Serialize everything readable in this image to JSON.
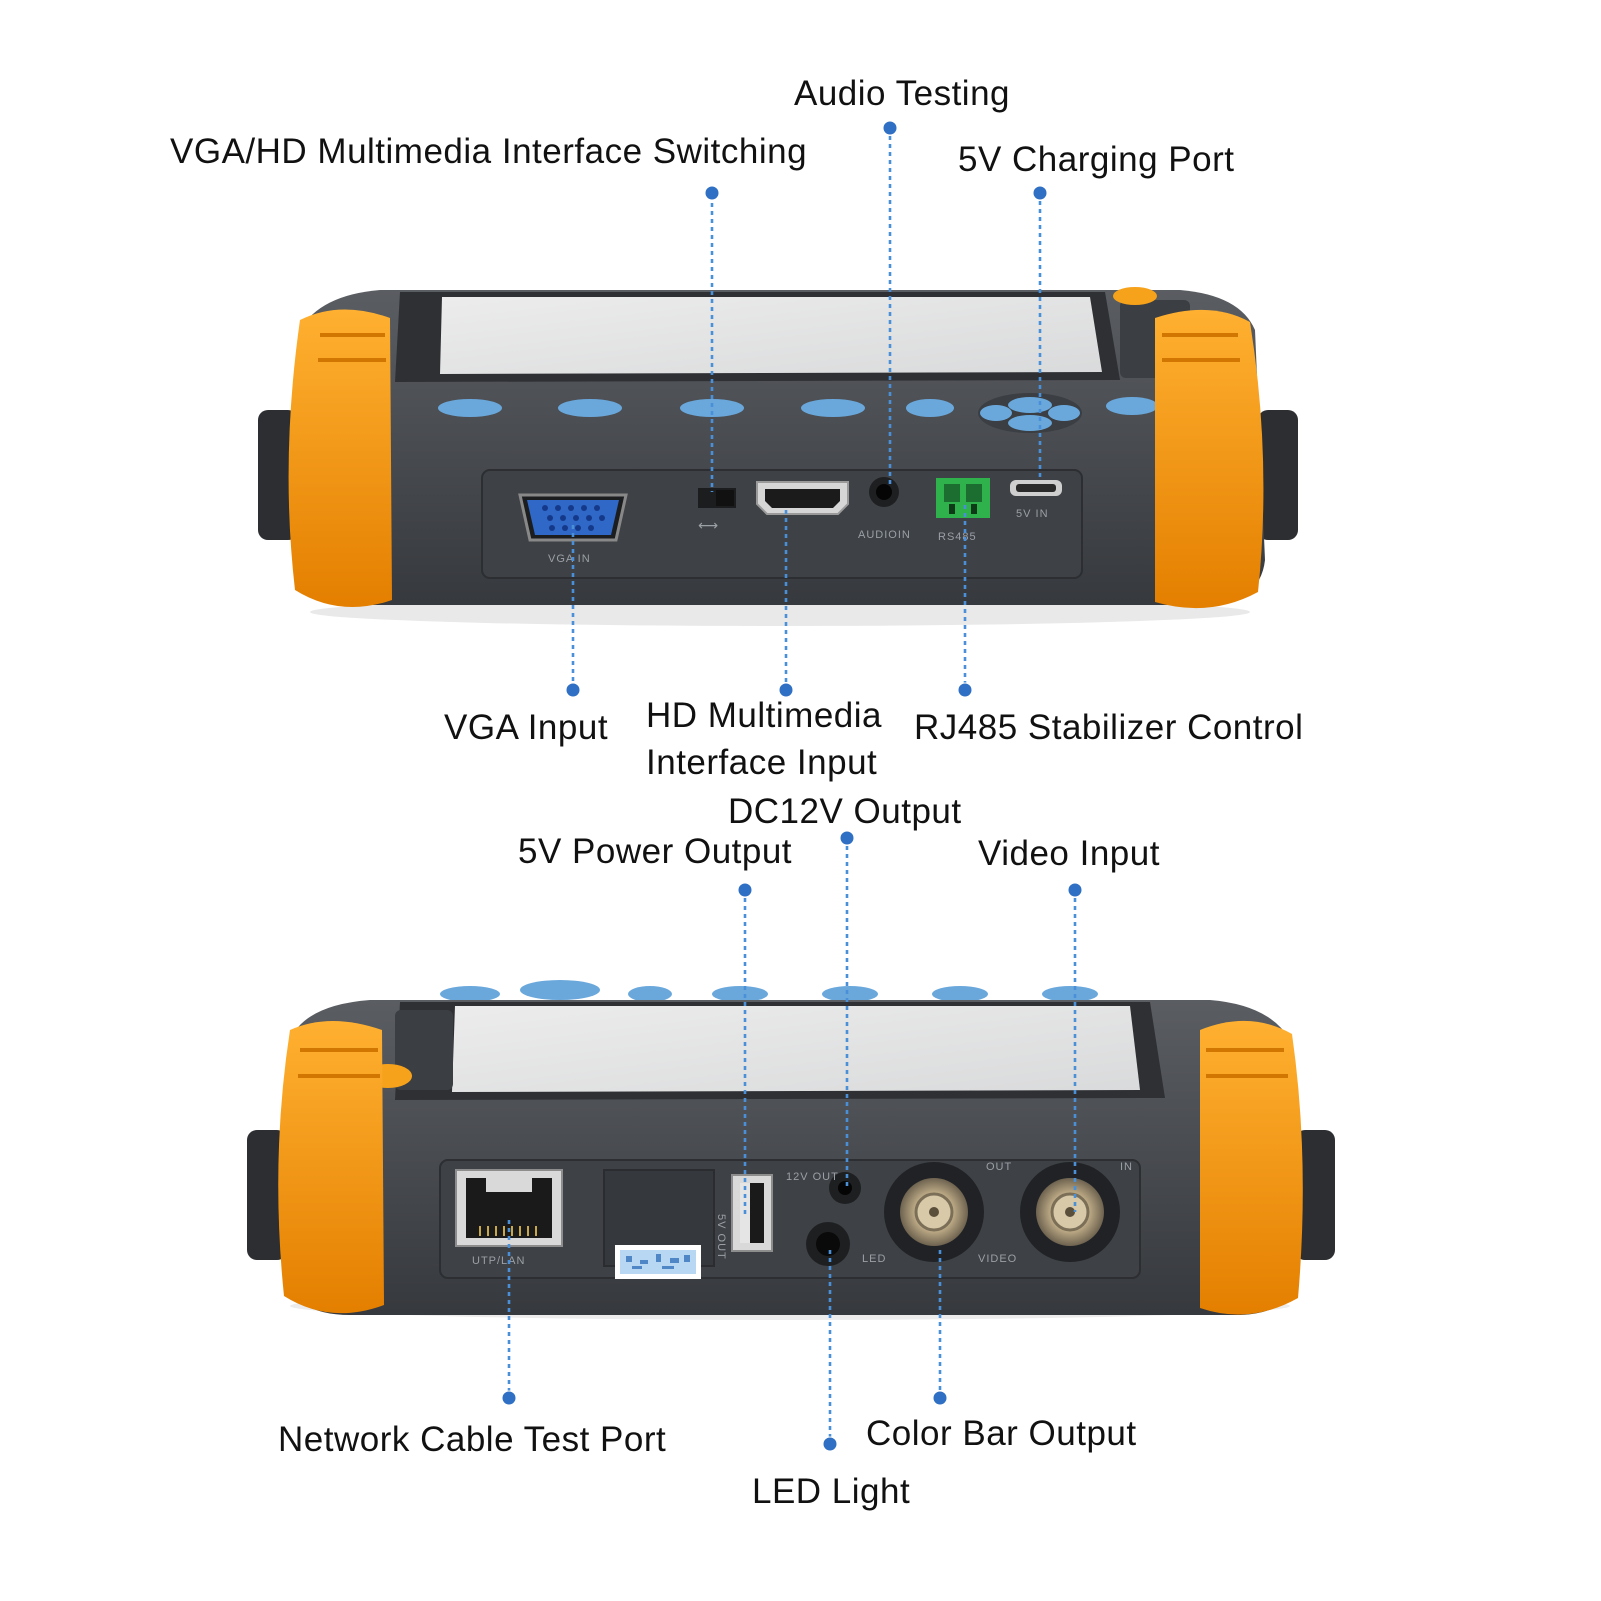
{
  "colors": {
    "body": "#4b4e53",
    "body_dark": "#33363a",
    "bumper": "#f59a10",
    "bumper_dark": "#d87a00",
    "button": "#6aa8dc",
    "screen": "#e6e7e8",
    "leader": "#4a90d9",
    "dot": "#2f6fc4"
  },
  "top_device": {
    "port_labels": {
      "vga": "VGA IN",
      "audio": "AUDIOIN",
      "rs485": "RS485",
      "power": "5V IN"
    }
  },
  "bottom_device": {
    "port_labels": {
      "rj45": "UTP/LAN",
      "usb": "5V OUT",
      "dc": "12V OUT",
      "led": "LED",
      "video_out": "OUT",
      "video_in": "IN",
      "video": "VIDEO"
    }
  },
  "callouts": {
    "audio_testing": "Audio Testing",
    "vga_hd_switching": "VGA/HD Multimedia Interface Switching",
    "charging_port": "5V Charging Port",
    "vga_input": "VGA Input",
    "hd_input_line1": "HD Multimedia",
    "hd_input_line2": "Interface Input",
    "rj485": "RJ485 Stabilizer Control",
    "dc12v_output": "DC12V Output",
    "power_output": "5V Power Output",
    "video_input": "Video Input",
    "network_port": "Network Cable Test Port",
    "color_bar": "Color Bar Output",
    "led_light": "LED Light"
  }
}
